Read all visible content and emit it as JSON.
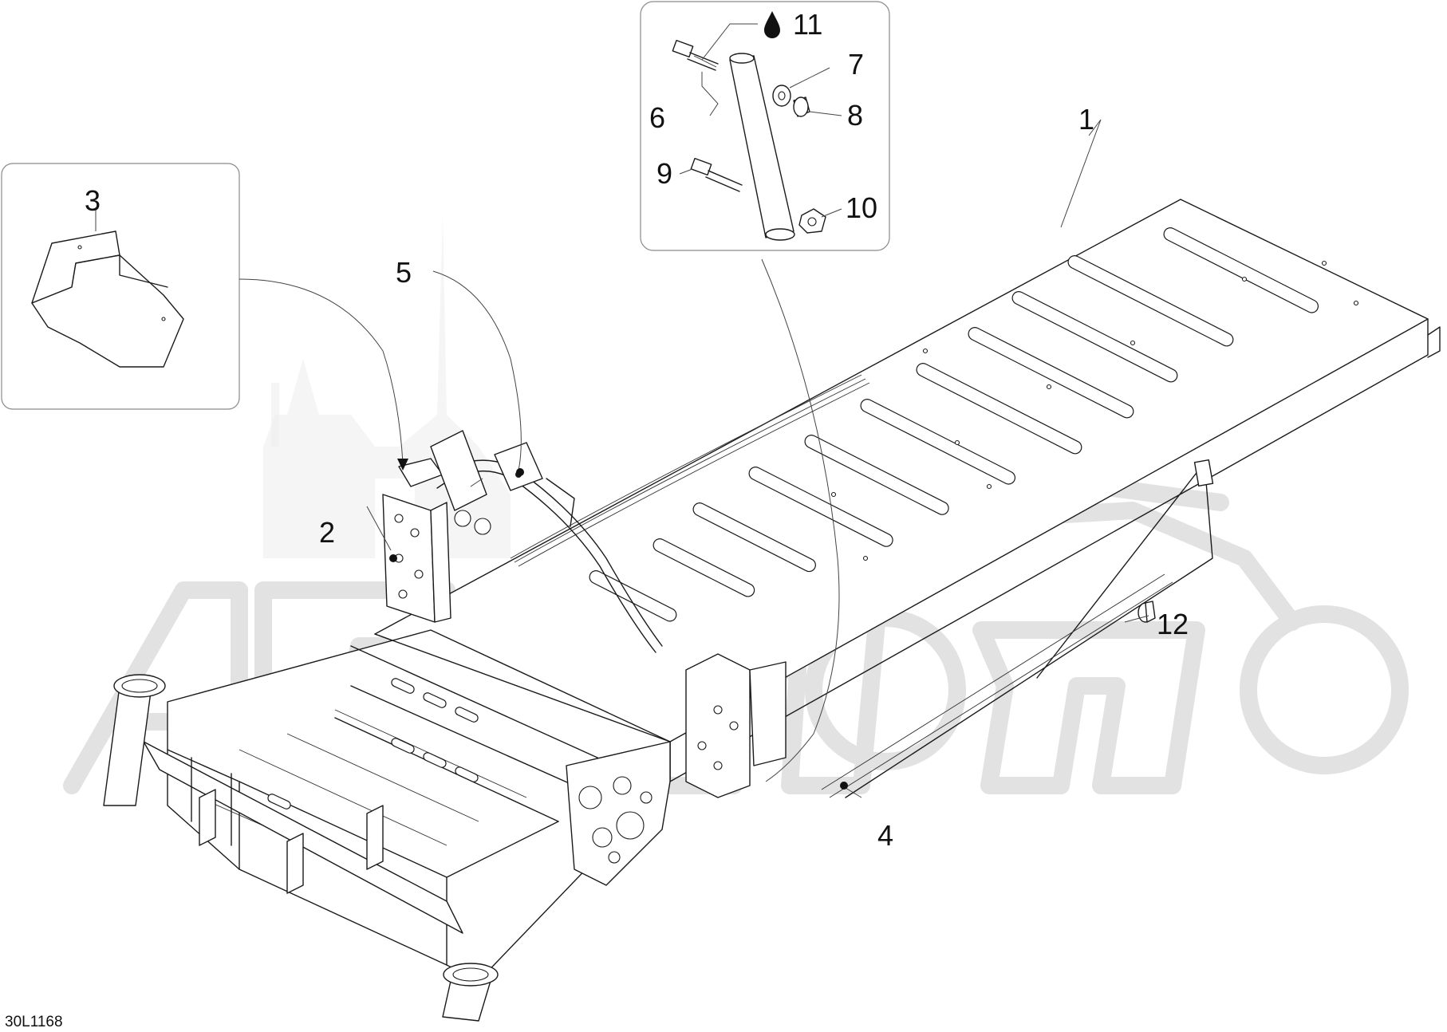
{
  "figure_id": "30L1168",
  "callouts": {
    "c1": "1",
    "c2": "2",
    "c3": "3",
    "c4": "4",
    "c5": "5",
    "c6": "6",
    "c7": "7",
    "c8": "8",
    "c9": "9",
    "c10": "10",
    "c11": "11",
    "c12": "12"
  },
  "icons": {
    "c11_marker": "oil-drop-icon"
  },
  "colors": {
    "line": "#1a1a1a",
    "watermark": "#e2e2e2",
    "background": "#ffffff"
  }
}
